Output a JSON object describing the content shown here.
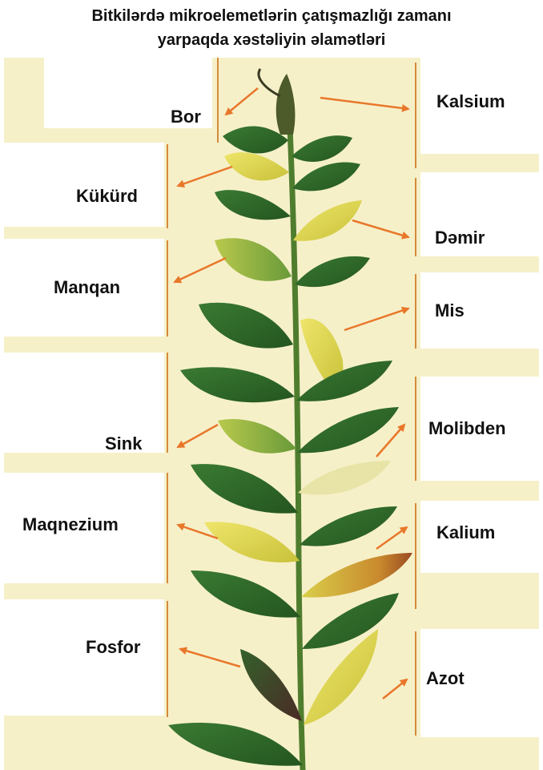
{
  "title": {
    "line1": "Bitkilərdə mikroelemetlərin çatışmazlığı zamanı",
    "line2": "yarpaqda xəstəliyin   əlamətləri"
  },
  "left_labels": {
    "bor": "Bor",
    "kukurd": "Kükürd",
    "manqan": "Manqan",
    "sink": "Sink",
    "maqnezium": "Maqnezium",
    "fosfor": "Fosfor"
  },
  "right_labels": {
    "kalsium": "Kalsium",
    "demir": "Dəmir",
    "mis": "Mis",
    "molibden": "Molibden",
    "kalium": "Kalium",
    "azot": "Azot"
  },
  "colors": {
    "background_panel": "#f6f0c9",
    "divider": "#d48a3a",
    "arrow": "#e8772a",
    "leaf_healthy": "#2f6b2a",
    "leaf_yellow": "#d8d24a",
    "stem": "#4f7d2e"
  }
}
